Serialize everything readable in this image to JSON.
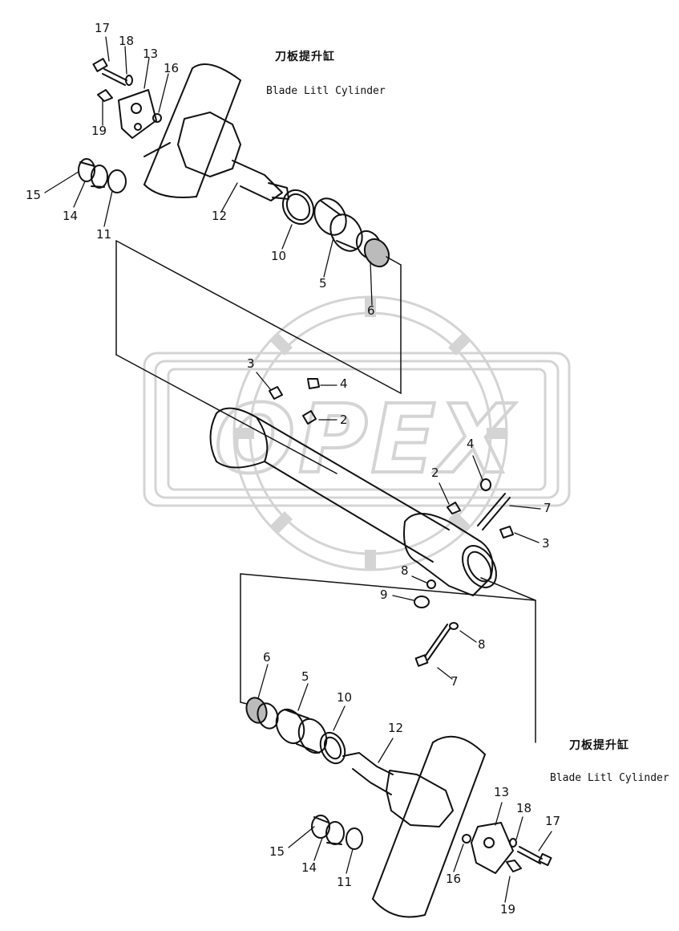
{
  "diagram": {
    "title_top_cn": "刀板提升缸",
    "title_top_en": "Blade Litl Cylinder",
    "title_bottom_cn": "刀板提升缸",
    "title_bottom_en": "Blade Litl Cylinder",
    "watermark_text": "OPEX",
    "colors": {
      "ink": "#111111",
      "watermark": "#d4d4d4"
    },
    "parts": [
      {
        "label": "17"
      },
      {
        "label": "18"
      },
      {
        "label": "13"
      },
      {
        "label": "16"
      },
      {
        "label": "19"
      },
      {
        "label": "15"
      },
      {
        "label": "14"
      },
      {
        "label": "11"
      },
      {
        "label": "12"
      },
      {
        "label": "10"
      },
      {
        "label": "5"
      },
      {
        "label": "6"
      },
      {
        "label": "3"
      },
      {
        "label": "4"
      },
      {
        "label": "2"
      },
      {
        "label": "4"
      },
      {
        "label": "2"
      },
      {
        "label": "7"
      },
      {
        "label": "3"
      },
      {
        "label": "8"
      },
      {
        "label": "9"
      },
      {
        "label": "8"
      },
      {
        "label": "7"
      },
      {
        "label": "6"
      },
      {
        "label": "5"
      },
      {
        "label": "10"
      },
      {
        "label": "12"
      },
      {
        "label": "13"
      },
      {
        "label": "18"
      },
      {
        "label": "17"
      },
      {
        "label": "15"
      },
      {
        "label": "14"
      },
      {
        "label": "11"
      },
      {
        "label": "16"
      },
      {
        "label": "19"
      }
    ]
  }
}
